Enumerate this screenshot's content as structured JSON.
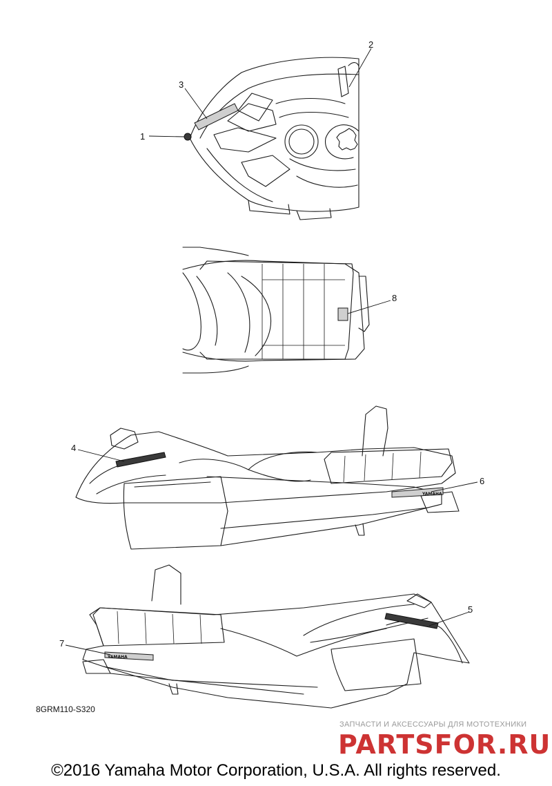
{
  "callouts": [
    "1",
    "2",
    "3",
    "4",
    "5",
    "6",
    "7",
    "8"
  ],
  "decal_text": "YAMAHA",
  "part_code": "8GRM110-S320",
  "watermark": {
    "tagline": "ЗАПЧАСТИ И АКСЕССУАРЫ ДЛЯ МОТОТЕХНИКИ",
    "logo": "PARTSFOR.RU"
  },
  "copyright": "©2016 Yamaha Motor Corporation, U.S.A. All rights reserved.",
  "colors": {
    "line": "#1a1a1a",
    "watermark_logo": "#c81e1e",
    "watermark_text": "#9a9a9a"
  }
}
